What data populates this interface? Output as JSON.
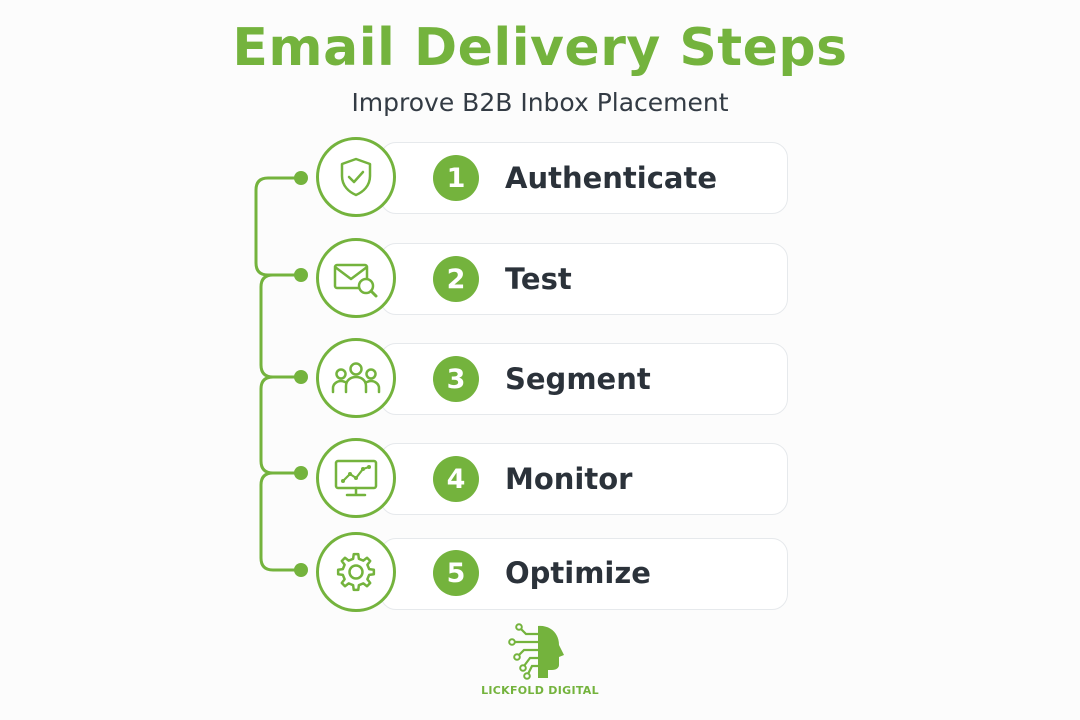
{
  "header": {
    "title": "Email Delivery Steps",
    "subtitle": "Improve B2B Inbox Placement"
  },
  "steps": [
    {
      "number": "1",
      "label": "Authenticate",
      "icon": "shield-check-icon"
    },
    {
      "number": "2",
      "label": "Test",
      "icon": "envelope-search-icon"
    },
    {
      "number": "3",
      "label": "Segment",
      "icon": "people-group-icon"
    },
    {
      "number": "4",
      "label": "Monitor",
      "icon": "monitor-chart-icon"
    },
    {
      "number": "5",
      "label": "Optimize",
      "icon": "gear-icon"
    }
  ],
  "brand": {
    "name": "LICKFOLD DIGITAL",
    "logo_icon": "circuit-head-icon"
  },
  "colors": {
    "accent": "#74b33d",
    "text": "#2b323a",
    "card_border": "#e6e9ec",
    "background": "#fcfcfc"
  }
}
